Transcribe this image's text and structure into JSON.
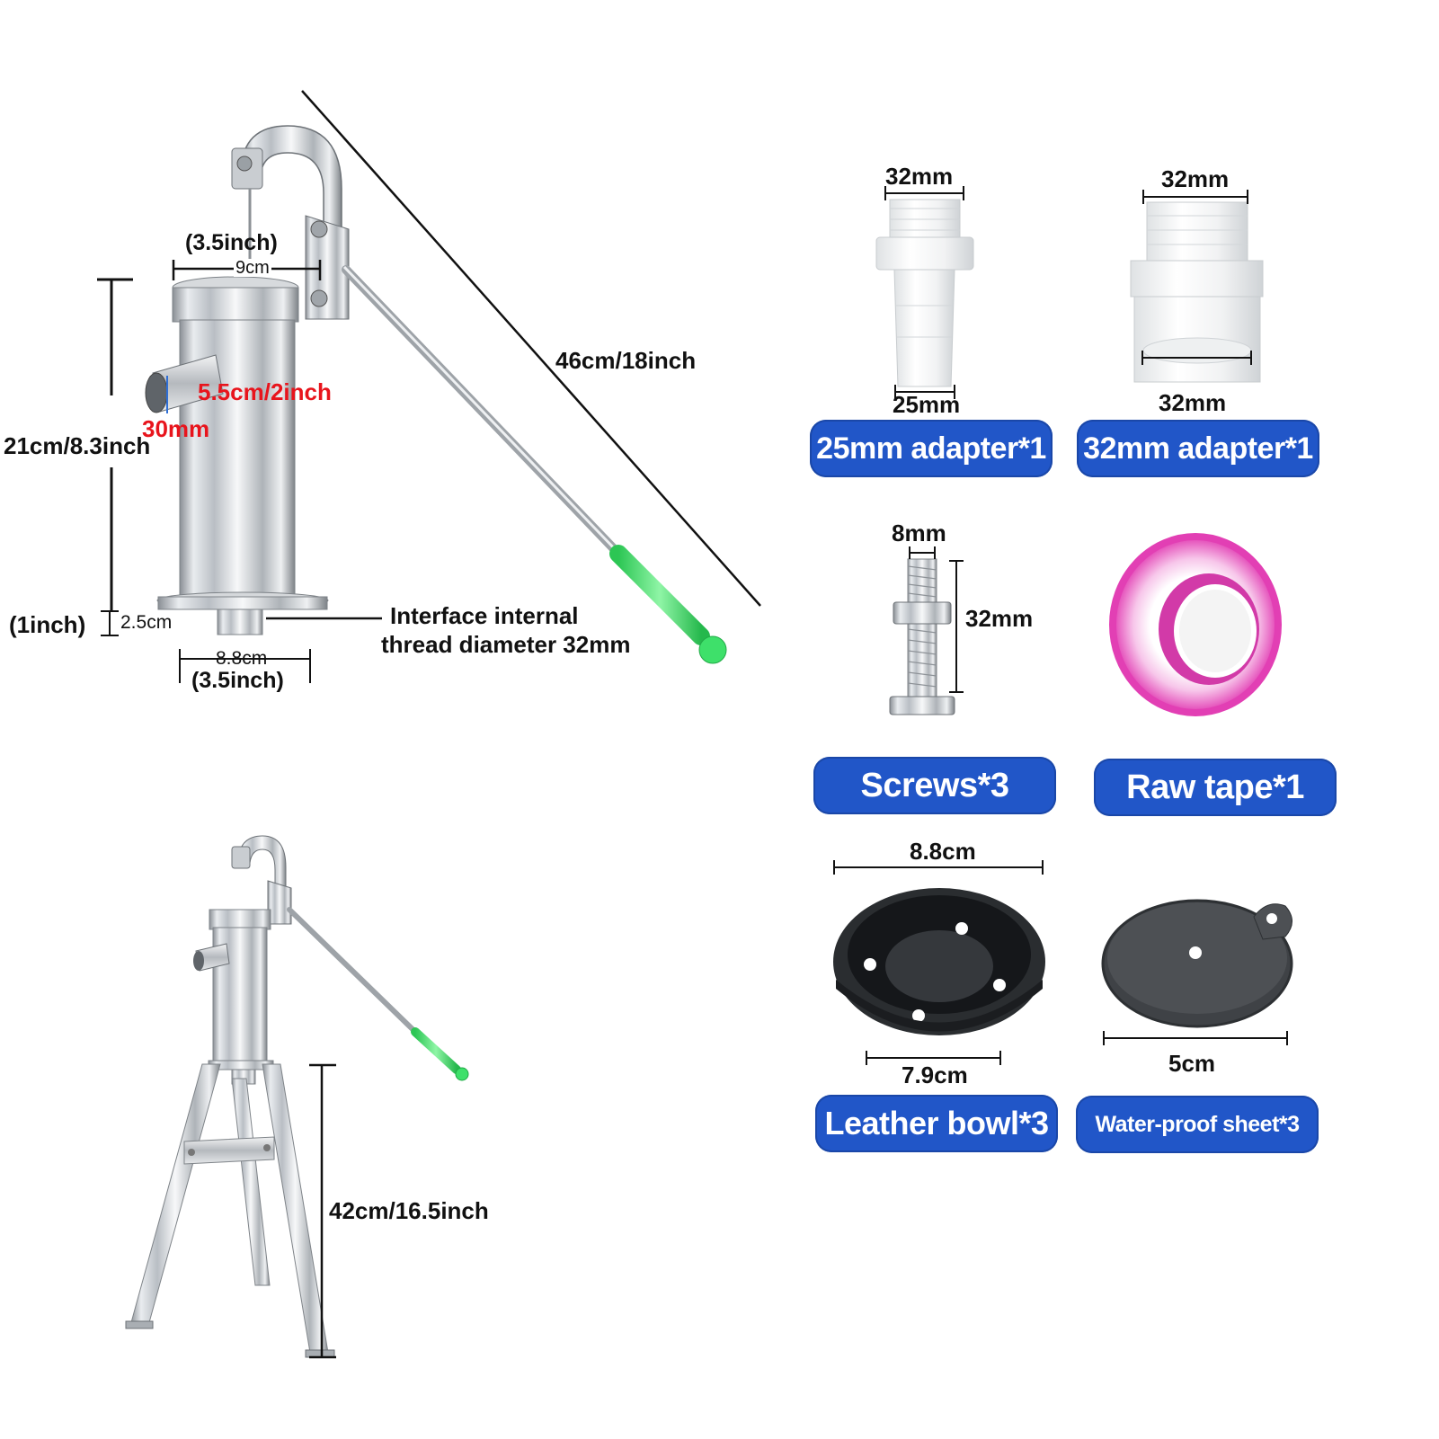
{
  "main_pump": {
    "head_width_inch": "(3.5inch)",
    "head_width_cm": "9cm",
    "height": "21cm/8.3inch",
    "base_height_inch": "(1inch)",
    "base_height_cm": "2.5cm",
    "outlet_length": "5.5cm/2inch",
    "outlet_diameter": "30mm",
    "handle_length": "46cm/18inch",
    "interface_note_line1": "Interface internal",
    "interface_note_line2": "thread diameter 32mm",
    "base_width_cm": "8.8cm",
    "base_width_inch": "(3.5inch)",
    "handle_grip_color": "#3ee06a"
  },
  "stand": {
    "height": "42cm/16.5inch"
  },
  "accessories": {
    "adapter_25": {
      "top": "32mm",
      "bottom": "25mm",
      "label": "25mm adapter*1"
    },
    "adapter_32": {
      "top": "32mm",
      "bottom": "32mm",
      "label": "32mm adapter*1"
    },
    "screws": {
      "width": "8mm",
      "length": "32mm",
      "label": "Screws*3"
    },
    "raw_tape": {
      "label": "Raw tape*1",
      "color": "#e23fb4"
    },
    "leather_bowl": {
      "top": "8.8cm",
      "bottom": "7.9cm",
      "label": "Leather bowl*3"
    },
    "waterproof_sheet": {
      "width": "5cm",
      "label": "Water-proof sheet*3"
    }
  },
  "colors": {
    "label_bg": "#2156c8",
    "label_text": "#ffffff",
    "accent_red": "#e8141c"
  }
}
